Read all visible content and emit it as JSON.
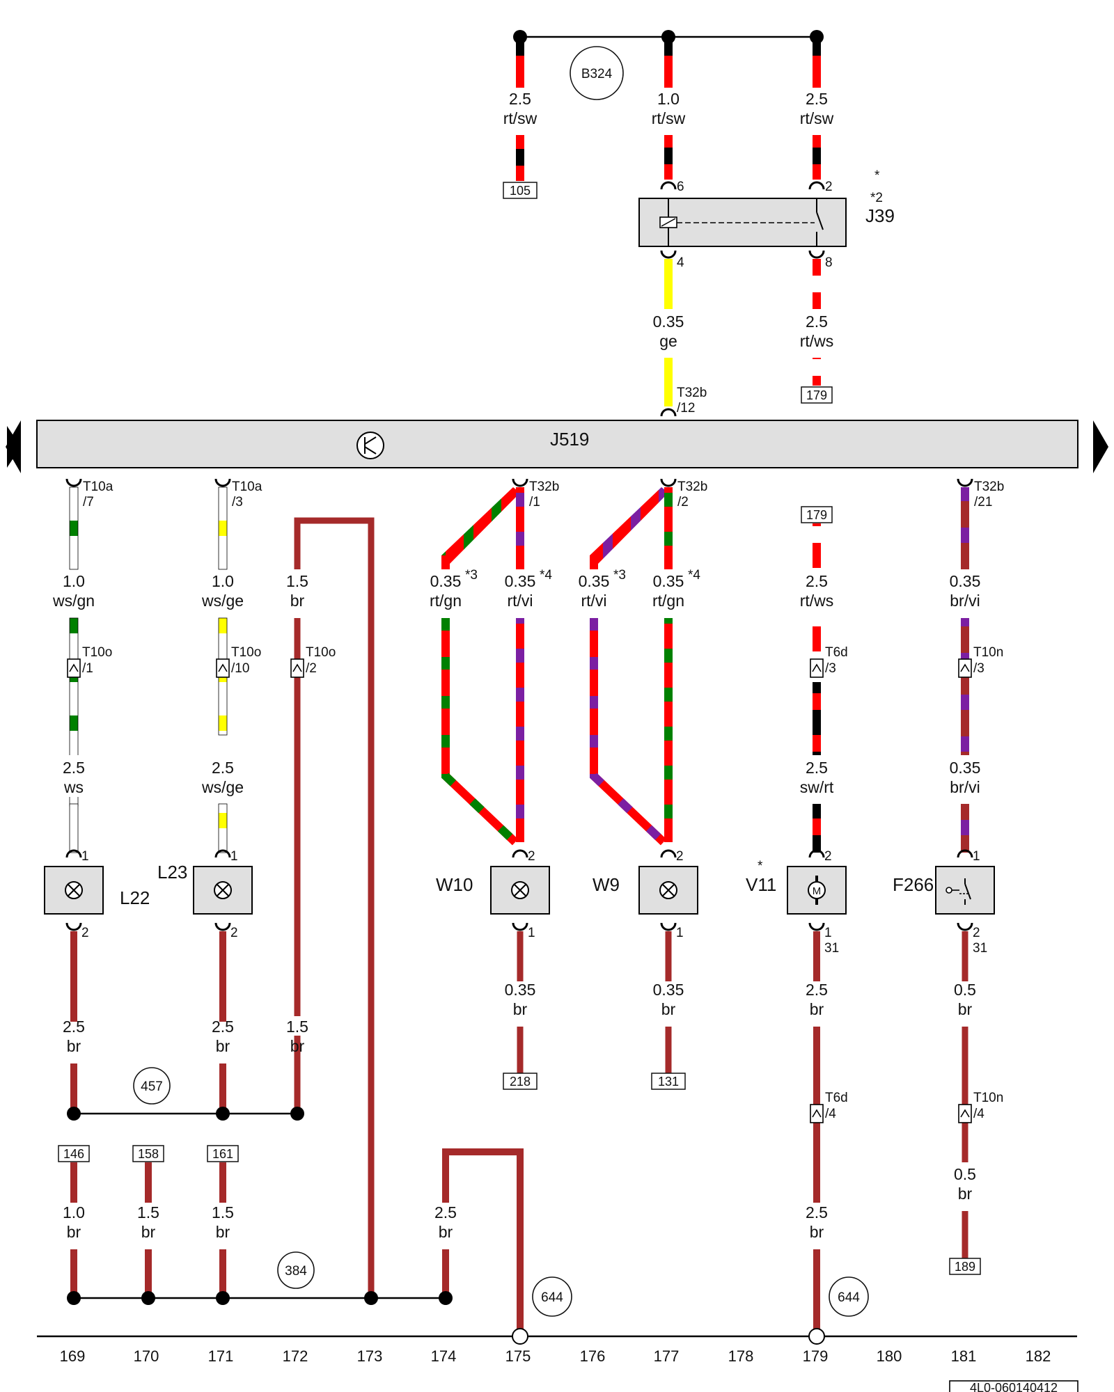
{
  "control_unit": {
    "code": "J519"
  },
  "relay": {
    "code": "J39",
    "note": "*2",
    "star": "*",
    "pin_in": "6",
    "pin_sw": "2",
    "pin_out": "4",
    "pin_sw_out": "8"
  },
  "top_wires": [
    {
      "size": "2.5",
      "color": "rt/sw",
      "ref": "105"
    },
    {
      "size": "1.0",
      "color": "rt/sw"
    },
    {
      "size": "2.5",
      "color": "rt/sw"
    }
  ],
  "top_junction": "B324",
  "relay_wires": [
    {
      "size": "0.35",
      "color": "ge",
      "connector": "T32b",
      "pin": "/12"
    },
    {
      "size": "2.5",
      "color": "rt/ws",
      "ref": "179"
    }
  ],
  "connectors_top": [
    {
      "name": "T10a",
      "pin": "/7"
    },
    {
      "name": "T10a",
      "pin": "/3"
    },
    {
      "name": "T32b",
      "pin": "/1"
    },
    {
      "name": "T32b",
      "pin": "/2"
    },
    {
      "name": "T32b",
      "pin": "/21"
    }
  ],
  "wires_upper": [
    {
      "size": "1.0",
      "color": "ws/gn"
    },
    {
      "size": "1.0",
      "color": "ws/ge"
    },
    {
      "size": "1.5",
      "color": "br"
    },
    {
      "size": "0.35",
      "color": "rt/gn",
      "note": "*3"
    },
    {
      "size": "0.35",
      "color": "rt/vi",
      "note": "*4"
    },
    {
      "size": "0.35",
      "color": "rt/vi",
      "note": "*3"
    },
    {
      "size": "0.35",
      "color": "rt/gn",
      "note": "*4"
    },
    {
      "size": "2.5",
      "color": "rt/ws"
    },
    {
      "size": "0.35",
      "color": "br/vi"
    }
  ],
  "ref_179_mid": "179",
  "mid_connectors": [
    {
      "name": "T10o",
      "pin": "/1"
    },
    {
      "name": "T10o",
      "pin": "/10"
    },
    {
      "name": "T10o",
      "pin": "/2"
    },
    {
      "name": "T6d",
      "pin": "/3"
    },
    {
      "name": "T10n",
      "pin": "/3"
    }
  ],
  "wires_mid": [
    {
      "size": "2.5",
      "color": "ws"
    },
    {
      "size": "2.5",
      "color": "ws/ge"
    },
    {
      "size": "2.5",
      "color": "sw/rt"
    },
    {
      "size": "0.35",
      "color": "br/vi"
    }
  ],
  "components": [
    {
      "code": "L22",
      "pin_top": "1",
      "pin_bottom": "2"
    },
    {
      "code": "L23",
      "pin_top": "1",
      "pin_bottom": "2"
    },
    {
      "code": "W10",
      "pin_top": "2",
      "pin_bottom": "1"
    },
    {
      "code": "W9",
      "pin_top": "2",
      "pin_bottom": "1"
    },
    {
      "code": "V11",
      "star": "*",
      "pin_top": "2",
      "pin_bottom": "1",
      "pin_bottom2": "31",
      "motor": "M"
    },
    {
      "code": "F266",
      "pin_top": "1",
      "pin_bottom": "2",
      "pin_bottom2": "31"
    }
  ],
  "wires_lower": [
    {
      "size": "2.5",
      "color": "br"
    },
    {
      "size": "2.5",
      "color": "br"
    },
    {
      "size": "1.5",
      "color": "br"
    },
    {
      "size": "0.35",
      "color": "br",
      "ref": "218"
    },
    {
      "size": "0.35",
      "color": "br",
      "ref": "131"
    },
    {
      "size": "2.5",
      "color": "br"
    },
    {
      "size": "0.5",
      "color": "br"
    }
  ],
  "lower_connectors": [
    {
      "name": "T6d",
      "pin": "/4"
    },
    {
      "name": "T10n",
      "pin": "/4"
    }
  ],
  "wires_bottom": [
    {
      "size": "1.0",
      "color": "br",
      "ref": "146"
    },
    {
      "size": "1.5",
      "color": "br",
      "ref": "158"
    },
    {
      "size": "1.5",
      "color": "br",
      "ref": "161"
    },
    {
      "size": "2.5",
      "color": "br"
    },
    {
      "size": "2.5",
      "color": "br"
    },
    {
      "size": "0.5",
      "color": "br",
      "ref": "189"
    }
  ],
  "junctions": [
    "457",
    "384",
    "644",
    "644"
  ],
  "columns": [
    "169",
    "170",
    "171",
    "172",
    "173",
    "174",
    "175",
    "176",
    "177",
    "178",
    "179",
    "180",
    "181",
    "182"
  ],
  "document_id": "4L0-060140412",
  "colors": {
    "red": "#ff0000",
    "black": "#000000",
    "brown": "#a52a2a",
    "green": "#008000",
    "yellow": "#ffff00",
    "violet": "#7b1fa2",
    "white": "#ffffff",
    "bus": "#e0e0e0"
  }
}
